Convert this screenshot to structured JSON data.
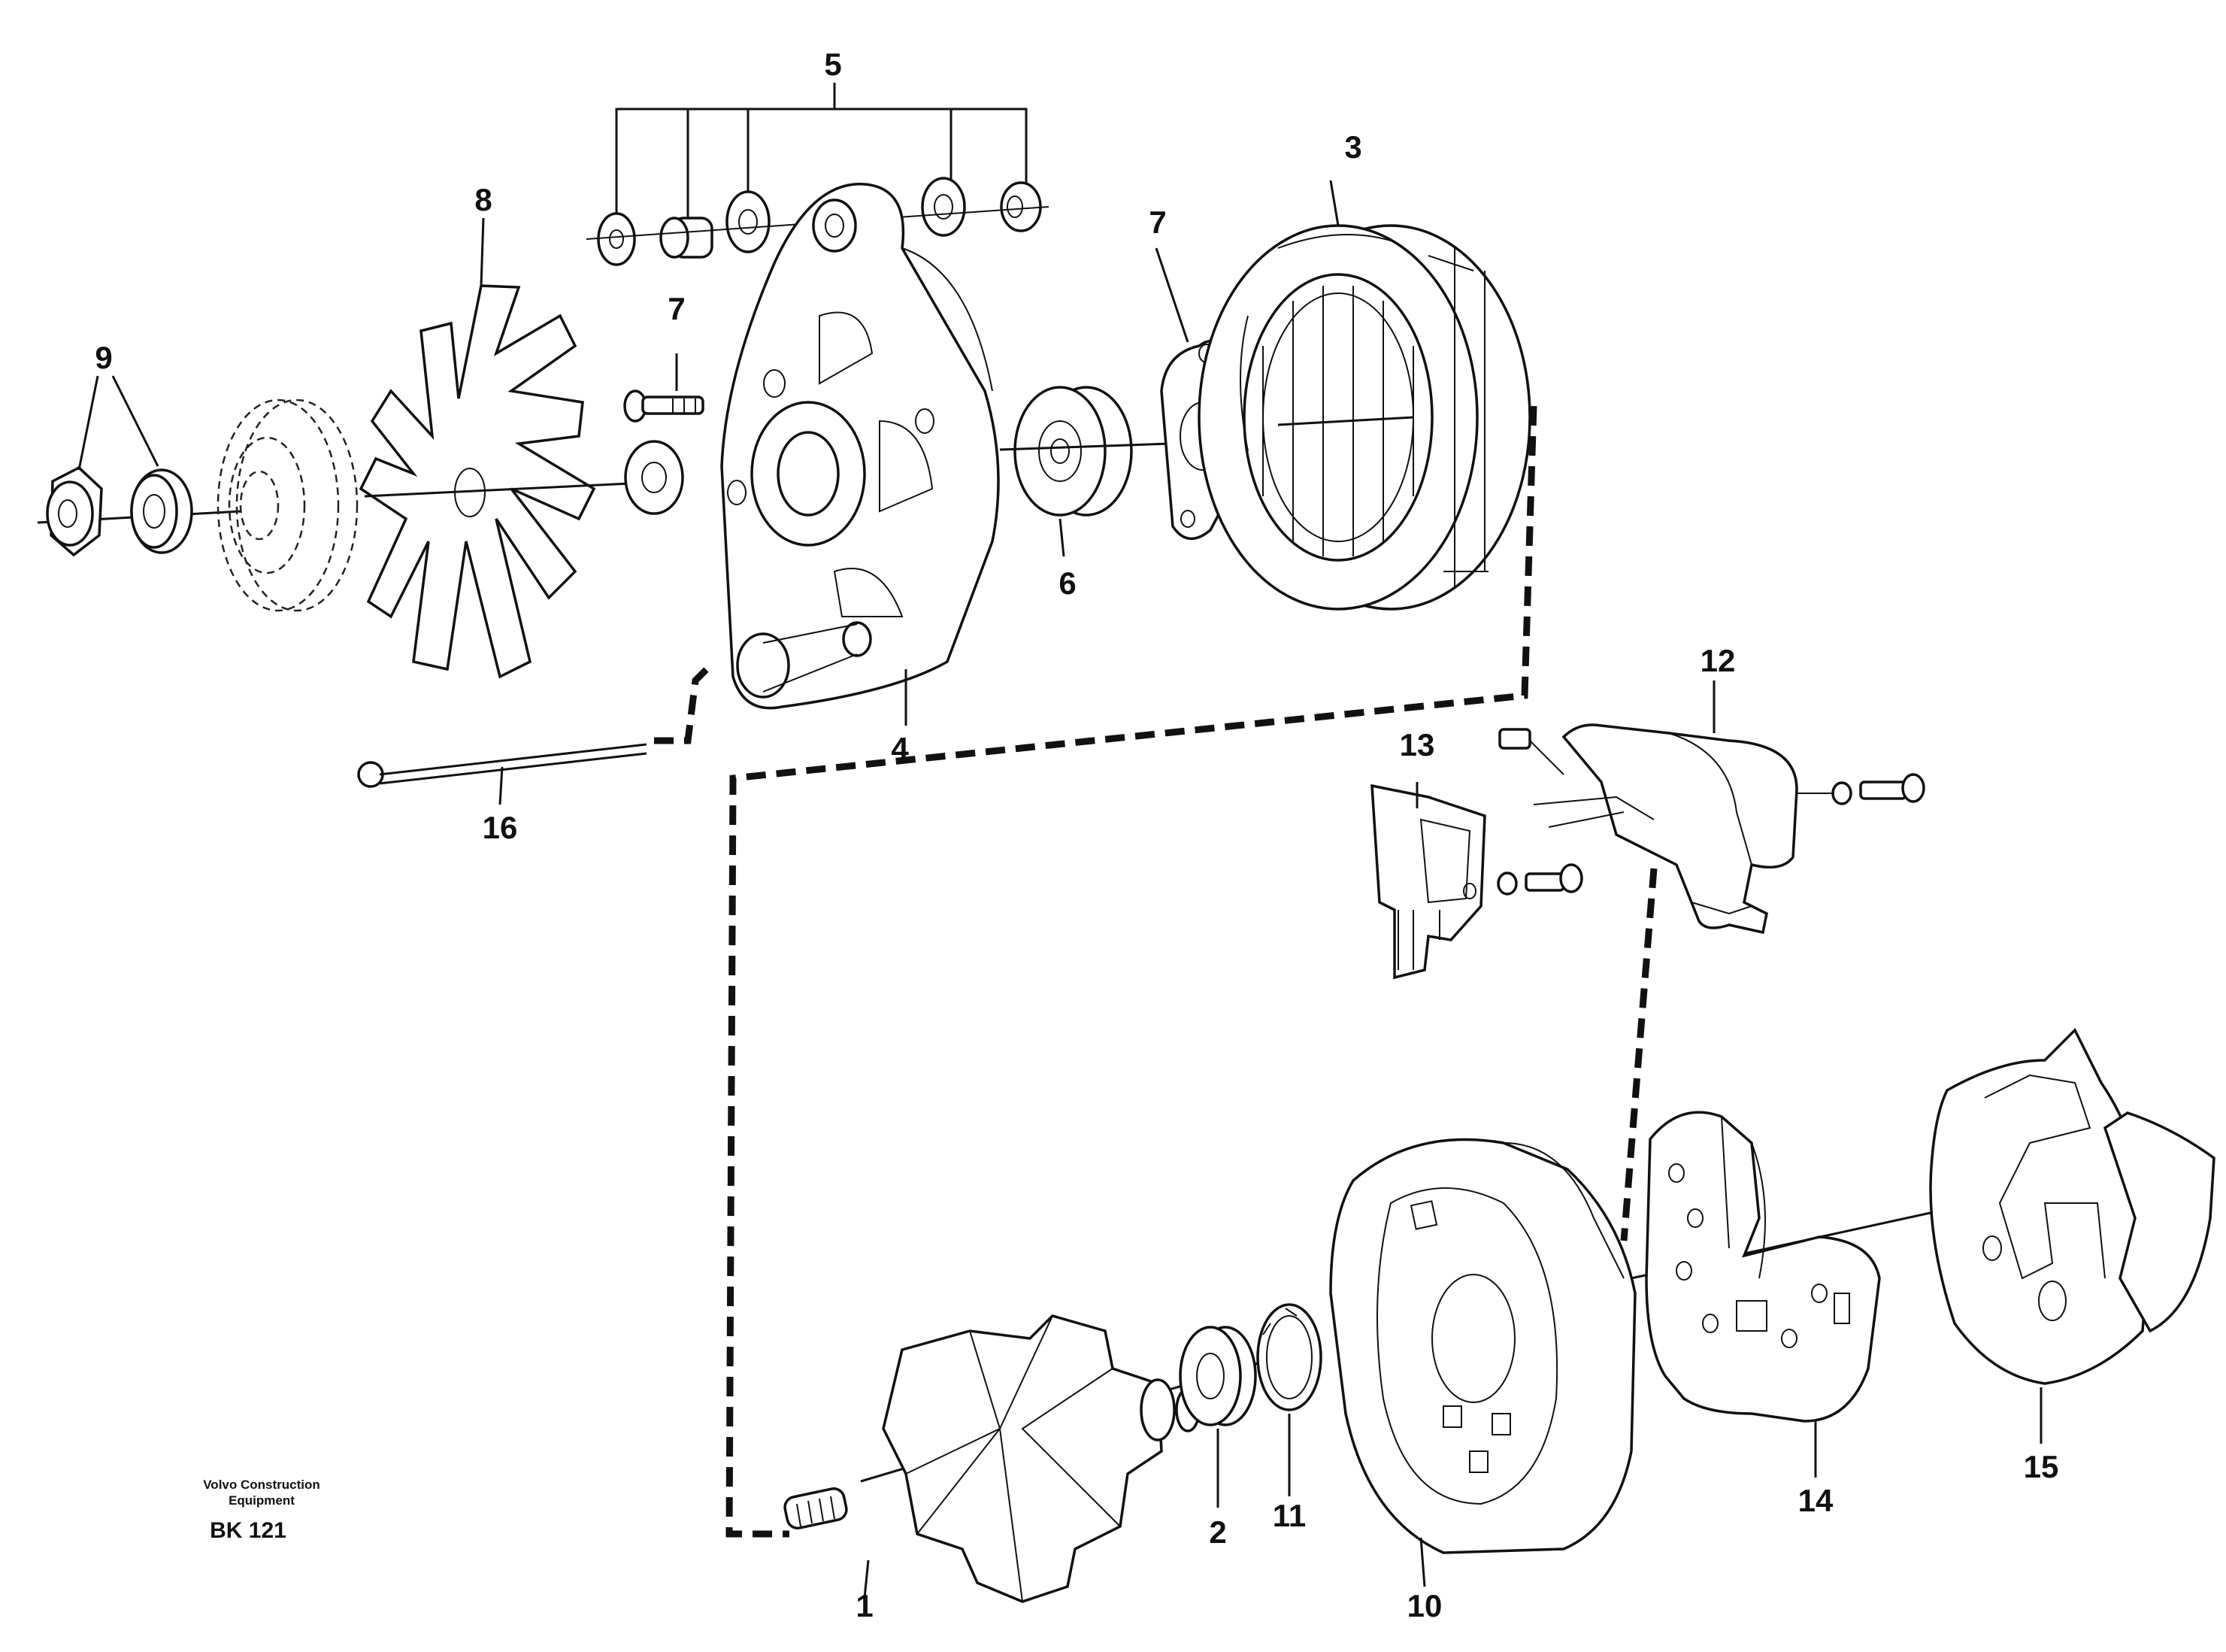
{
  "callouts": {
    "c1": "1",
    "c2": "2",
    "c3": "3",
    "c4": "4",
    "c5": "5",
    "c6": "6",
    "c7a": "7",
    "c7b": "7",
    "c8": "8",
    "c9": "9",
    "c10": "10",
    "c11": "11",
    "c12": "12",
    "c13": "13",
    "c14": "14",
    "c15": "15",
    "c16": "16"
  },
  "credit": {
    "line1": "Volvo Construction",
    "line2": "Equipment",
    "code": "BK 121"
  }
}
